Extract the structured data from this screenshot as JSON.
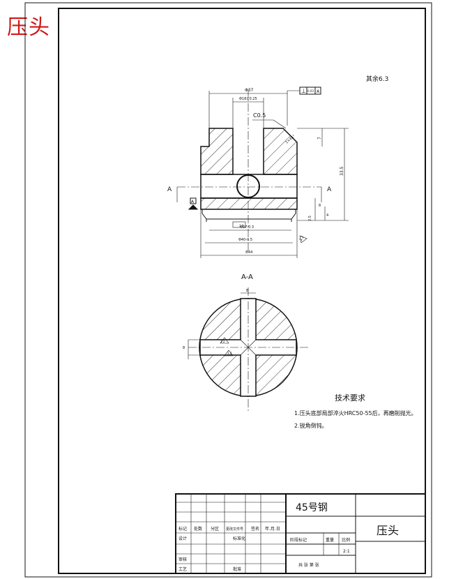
{
  "part_stamp": "压头",
  "roughness_note": "其余6.3",
  "dimensions": {
    "top_width": "Φ37",
    "bore": "Φ18±0.25",
    "chamfer": "C0.5",
    "perpendicularity_symbol": "⊥",
    "perpendicularity_value": "0.03",
    "datum_ref": "A",
    "angle_note": "1×45°",
    "height_small": "7",
    "height_total": "33.5",
    "dim_4": "4",
    "dim_2_5": "2.5",
    "dim_8": "8",
    "groove": "Φ37-0.3",
    "body": "Φ40-0.5",
    "bottom": "Φ44",
    "roughness_inner": "1.6",
    "roughness_lower": "3.2",
    "slot_width": "8",
    "slot_height": "8",
    "section_roughness_a": "3.2",
    "section_roughness_b": "3.2"
  },
  "section": {
    "cut_left": "A",
    "cut_right": "A",
    "datum": "A",
    "view_title": "A-A"
  },
  "tech_req": {
    "title": "技术要求",
    "items": [
      "1.压头底部局部淬火HRC50-55后，再磨削抛光。",
      "2.锐角倒钝。"
    ]
  },
  "title_block": {
    "material": "45号钢",
    "part_name": "压头",
    "headers": [
      "标记",
      "处数",
      "分区",
      "更改文件号",
      "签名",
      "年.月.日"
    ],
    "row_design": "设计",
    "row_standard": "标准化",
    "row_review": "审核",
    "row_process": "工艺",
    "row_approve": "批准",
    "stage_mark": "阶段标记",
    "weight": "重量",
    "scale": "比例",
    "scale_value": "2:1",
    "sheets": "共  张  第  张"
  },
  "colors": {
    "stamp": "#d01818",
    "line": "#111111"
  }
}
